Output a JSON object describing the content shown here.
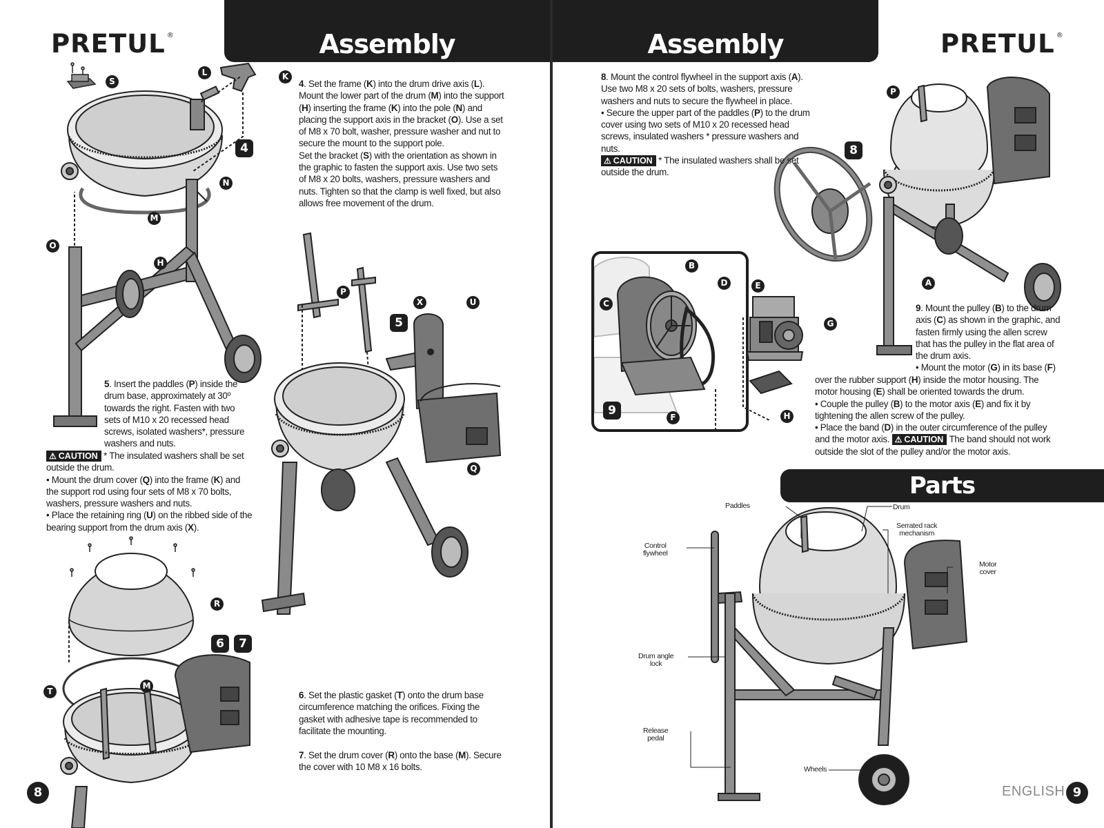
{
  "left_page": {
    "logo": "PRETUL",
    "logo_mark": "®",
    "title": "Assembly",
    "page_number": "8",
    "step4": {
      "badge": "4",
      "paragraphs": [
        [
          "4",
          ". Set the frame (",
          "K",
          ") into the drum drive axis (",
          "L",
          ")."
        ],
        [
          "Mount the lower part of the drum (",
          "M",
          ") into the support (",
          "H",
          ") inserting the frame (",
          "K",
          ") into the pole (",
          "N",
          ") and placing the support axis in the bracket (",
          "O",
          "). Use a set of M8 x 70 bolt, washer, pressure washer and nut to secure the mount to the support pole."
        ],
        [
          "Set the bracket (",
          "S",
          ") with the orientation as shown in the graphic to fasten the support axis. Use two sets of M8 x 20 bolts, washers, pressure washers and nuts. Tighten so that the clamp is well fixed, but  also allows free movement of the drum."
        ]
      ]
    },
    "step5": {
      "badge": "5",
      "intro": [
        "5",
        ". Insert the paddles (",
        "P",
        ") inside the drum base, approximately at 30º towards the right. Fasten with two sets of M10 x 20 recessed head screws, isolated washers*, pressure washers and nuts."
      ],
      "caution_label": "CAUTION",
      "caution_text": " * The insulated washers shall be set outside the drum.",
      "bullet1": [
        "• Mount the drum cover (",
        "Q",
        ") into the frame (",
        "K",
        ") and the support rod using four sets of M8 x 70 bolts, washers, pressure washers and nuts."
      ],
      "bullet2": [
        "• Place the retaining ring (",
        "U",
        ") on the ribbed side of the bearing support from the drum axis (",
        "X",
        ")."
      ]
    },
    "step67": {
      "badge6": "6",
      "badge7": "7",
      "p6": [
        "6",
        ". Set the plastic gasket (",
        "T",
        ") onto the drum base circumference matching the orifices. Fixing the gasket with adhesive tape is recommended to facilitate the mounting."
      ],
      "p7": [
        "7",
        ". Set the drum cover (",
        "R",
        ") onto the base (",
        "M",
        "). Secure the cover with 10 M8 x 16 bolts."
      ]
    },
    "callouts": {
      "S": "S",
      "L": "L",
      "K": "K",
      "N": "N",
      "M": "M",
      "O": "O",
      "H": "H",
      "P": "P",
      "X": "X",
      "U": "U",
      "Q": "Q",
      "R": "R",
      "T": "T",
      "M2": "M"
    }
  },
  "right_page": {
    "logo": "PRETUL",
    "logo_mark": "®",
    "title": "Assembly",
    "page_number": "9",
    "language": "ENGLISH",
    "step8": {
      "badge": "8",
      "p1": [
        "8",
        ". Mount the control flywheel in the support axis (",
        "A",
        "). Use two M8 x 20 sets of bolts, washers, pressure washers and nuts to secure the flywheel in place."
      ],
      "p2": [
        "• Secure the upper part of the paddles (",
        "P",
        ")  to the drum cover  using two sets of M10 x 20 recessed head screws, insulated washers * pressure washers and nuts."
      ],
      "caution_label": "CAUTION",
      "caution_text": " * The insulated washers shall be set outside the drum."
    },
    "step9": {
      "badge": "9",
      "p1": [
        "9",
        ". Mount the pulley (",
        "B",
        ") to the drum axis (",
        "C",
        ") as shown in the graphic, and fasten firmly using the allen screw that has the pulley in the flat area of the drum axis."
      ],
      "p2a": [
        "• Mount the motor (",
        "G",
        ") in its base (",
        "F",
        ")"
      ],
      "p2b": [
        "over the rubber support (",
        "H",
        ") inside the motor housing. The motor housing (",
        "E",
        ") shall be oriented towards the drum."
      ],
      "p3": [
        "• Couple the pulley (",
        "B",
        ") to the motor axis (",
        "E",
        ") and fix it by tightening the allen screw of the pulley."
      ],
      "p4": [
        "• Place the band (",
        "D",
        ") in the  outer circumference of the pulley and the motor axis. "
      ],
      "caution_label": "CAUTION",
      "caution_text": " The band should not work outside the slot of the pulley and/or the motor axis."
    },
    "callouts": {
      "P": "P",
      "A": "A",
      "B": "B",
      "C": "C",
      "D": "D",
      "E": "E",
      "G": "G",
      "F": "F",
      "H": "H"
    },
    "parts": {
      "title": "Parts",
      "labels": {
        "paddles": "Paddles",
        "drum": "Drum",
        "serrated_1": "Serrated rack",
        "serrated_2": "mechanism",
        "control_1": "Control",
        "control_2": "flywheel",
        "motor_1": "Motor",
        "motor_2": "cover",
        "angle_1": "Drum angle",
        "angle_2": "lock",
        "release_1": "Release",
        "release_2": "pedal",
        "wheels": "Wheels"
      }
    }
  }
}
